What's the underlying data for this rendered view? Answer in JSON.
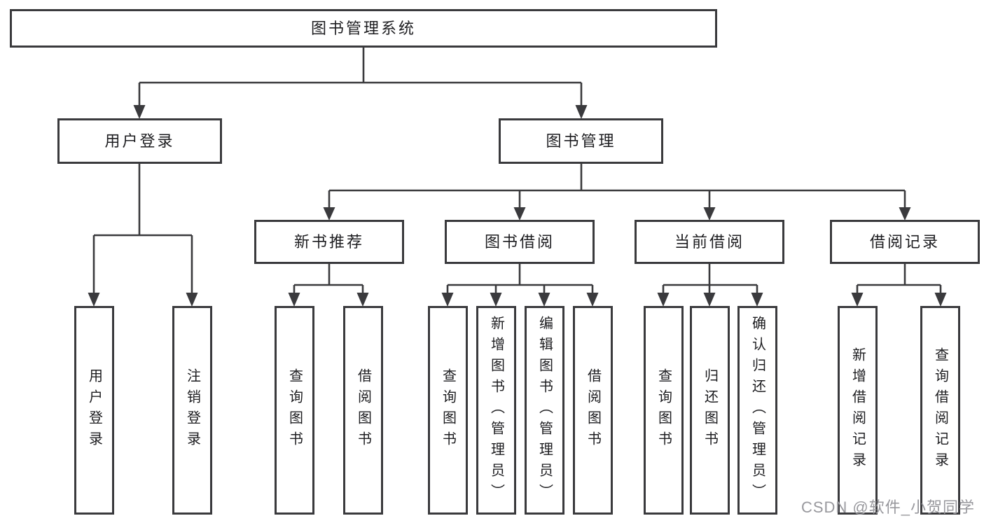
{
  "colors": {
    "line": "#3a3a3d",
    "box_border": "#3a3a3d",
    "text": "#1d1d20",
    "watermark": "#98989d",
    "background": "#ffffff"
  },
  "tree": {
    "root": "图书管理系统",
    "branches": [
      {
        "key": "user_login",
        "label": "用户登录",
        "children": [
          "用户登录",
          "注销登录"
        ]
      },
      {
        "key": "book_management",
        "label": "图书管理",
        "sections": [
          {
            "key": "new_book_recommend",
            "label": "新书推荐",
            "children": [
              "查询图书",
              "借阅图书"
            ]
          },
          {
            "key": "book_borrowing",
            "label": "图书借阅",
            "children": [
              "查询图书",
              "新增图书（管理员）",
              "编辑图书（管理员）",
              "借阅图书"
            ]
          },
          {
            "key": "current_borrowing",
            "label": "当前借阅",
            "children": [
              "查询图书",
              "归还图书",
              "确认归还（管理员）"
            ]
          },
          {
            "key": "borrowing_records",
            "label": "借阅记录",
            "children": [
              "新增借阅记录",
              "查询借阅记录"
            ]
          }
        ]
      }
    ]
  },
  "watermark": "CSDN @软件_小贺同学"
}
